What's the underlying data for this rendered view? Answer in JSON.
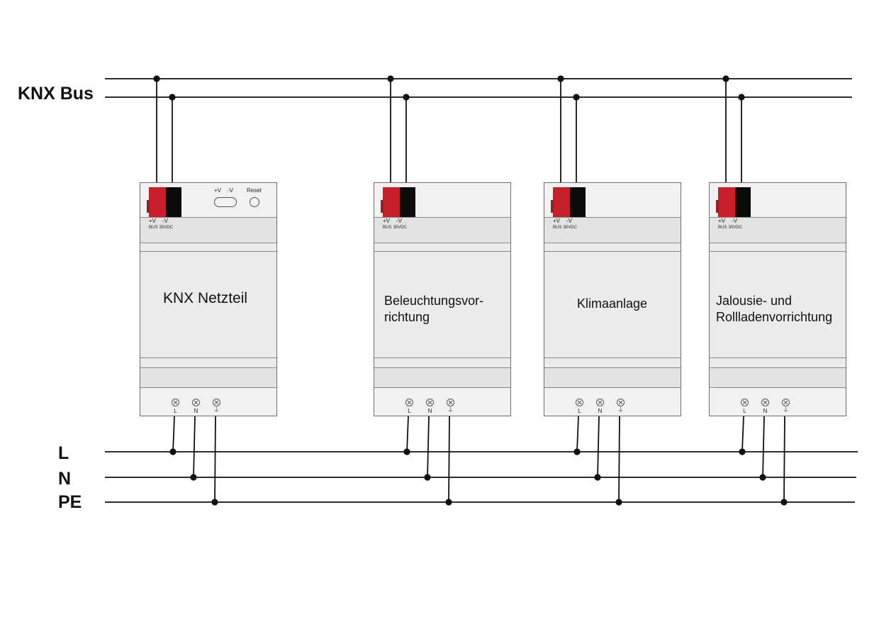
{
  "labels": {
    "bus": "KNX Bus",
    "l": "L",
    "n": "N",
    "pe": "PE"
  },
  "connector": {
    "plus": "+V",
    "minus": "-V",
    "bus": "BUS",
    "volt": "30VDC"
  },
  "terminals": {
    "l": "L",
    "n": "N",
    "pe": "⏚"
  },
  "psu": {
    "plus": "+V",
    "minus": "-V",
    "reset": "Reset"
  },
  "devices": [
    {
      "line1": "KNX Netzteil",
      "line2": ""
    },
    {
      "line1": "Beleuchtungsvor-",
      "line2": "richtung"
    },
    {
      "line1": "Klimaanlage",
      "line2": ""
    },
    {
      "line1": "Jalousie- und",
      "line2": "Rollladenvorrichtung"
    }
  ],
  "colors": {
    "connector_plus": "#c8202a",
    "connector_minus": "#0b0b0b",
    "device_body": "#ebebeb",
    "wire": "#111111"
  }
}
